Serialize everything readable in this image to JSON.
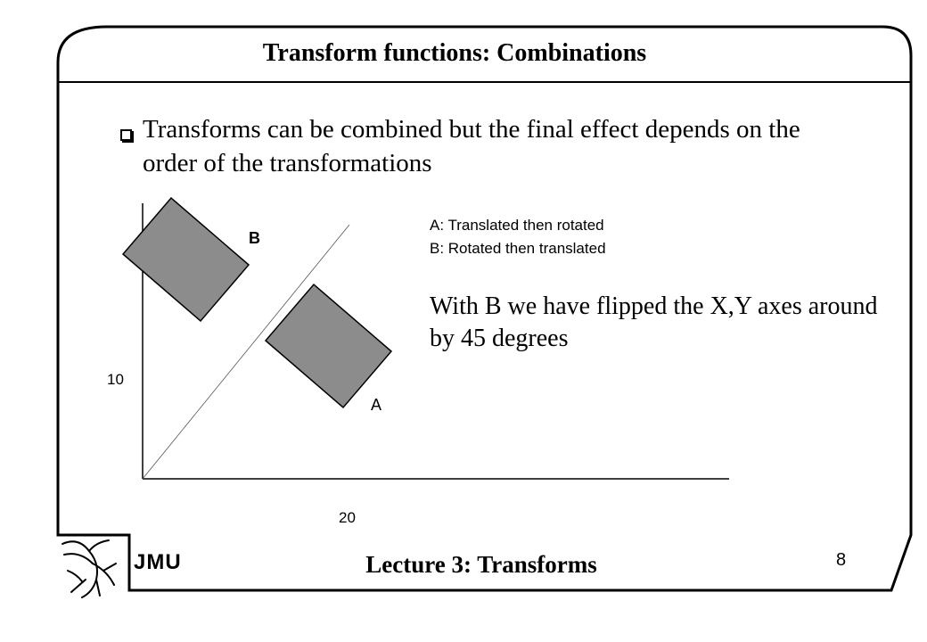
{
  "slide": {
    "title": "Transform functions: Combinations",
    "bullet": "Transforms can be combined but the final effect depends on the order of the transformations",
    "legend_a": "A: Translated then rotated",
    "legend_b": "B: Rotated then translated",
    "note": "With B we have flipped the X,Y axes around by 45 degrees"
  },
  "diagram": {
    "label_b": "B",
    "label_a": "A",
    "y_tick": "10",
    "x_tick": "20",
    "square_fill": "#8c8c8c"
  },
  "footer": {
    "logo_text": "JMU",
    "lecture": "Lecture 3: Transforms",
    "page_number": "8"
  },
  "icons": {
    "bullet": "checkbox-bullet-icon",
    "logo": "liver-bird-logo-icon"
  }
}
